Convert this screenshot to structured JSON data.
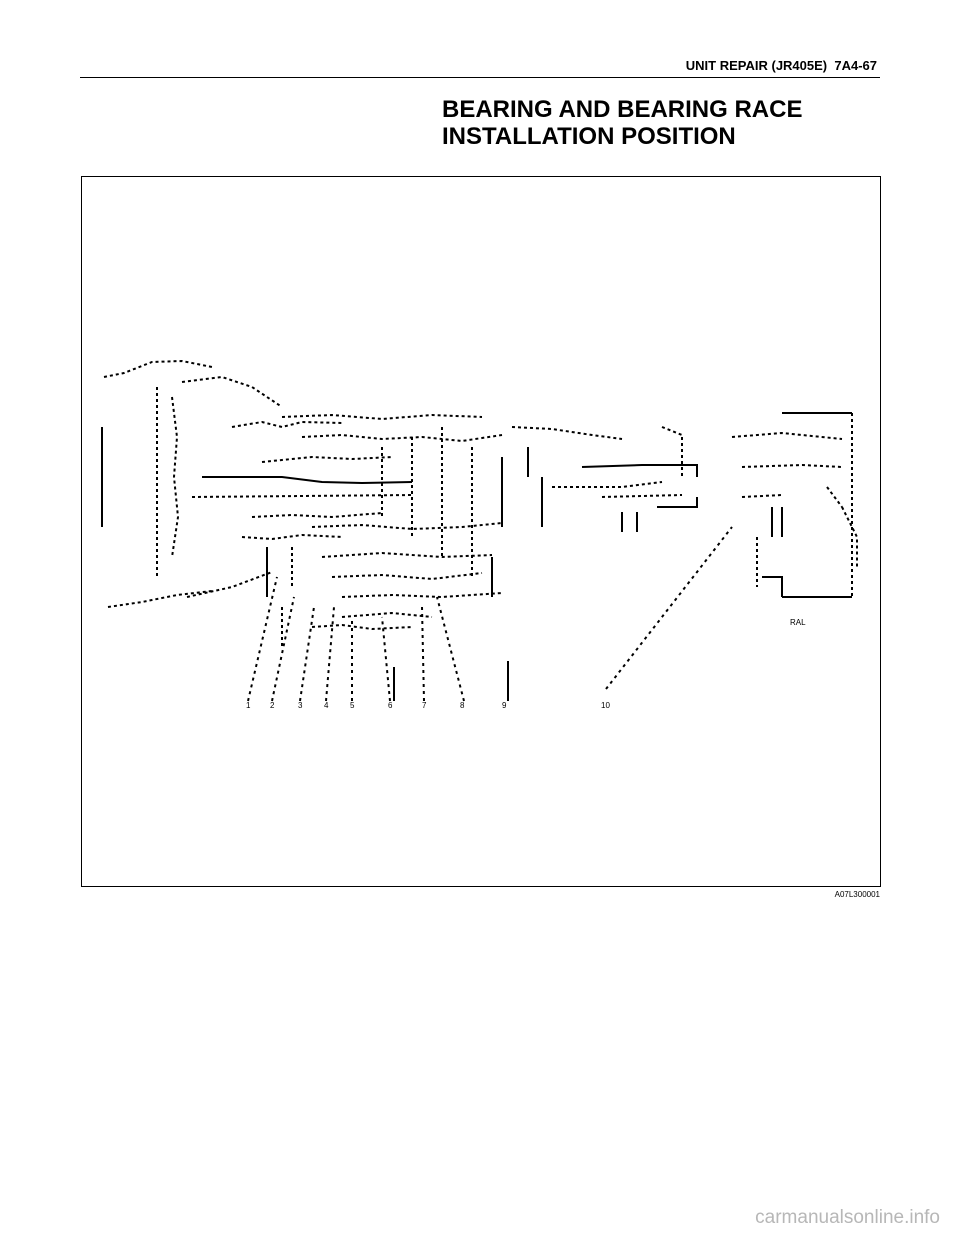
{
  "header": {
    "text": "UNIT REPAIR (JR405E)  7A4-67"
  },
  "section": {
    "title_line1": "BEARING AND BEARING RACE",
    "title_line2": "INSTALLATION POSITION"
  },
  "figure": {
    "code": "A07L300001",
    "callouts": [
      "1",
      "2",
      "3",
      "4",
      "5",
      "6",
      "7",
      "8",
      "9",
      "10"
    ],
    "view_label": "RAL"
  },
  "footer": {
    "watermark": "carmanualsonline.info"
  },
  "colors": {
    "ink": "#000000",
    "watermark": "#b7b7b7"
  }
}
